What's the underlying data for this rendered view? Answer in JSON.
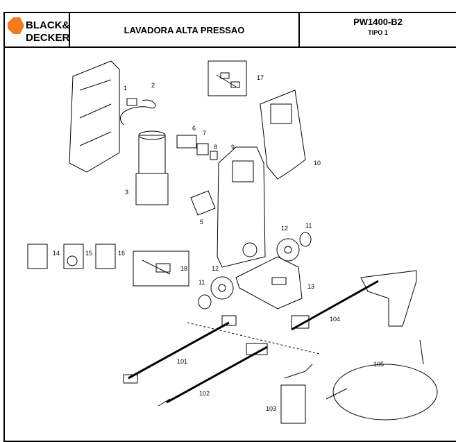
{
  "header": {
    "brand": "BLACK&DECKER",
    "title": "LAVADORA ALTA PRESSAO",
    "model": "PW1400-B2",
    "type": "TIPO 1"
  },
  "parts": [
    {
      "id": "p1",
      "label": "1"
    },
    {
      "id": "p2",
      "label": "2"
    },
    {
      "id": "p3",
      "label": "3"
    },
    {
      "id": "p5",
      "label": "5"
    },
    {
      "id": "p6",
      "label": "6"
    },
    {
      "id": "p7",
      "label": "7"
    },
    {
      "id": "p8",
      "label": "8"
    },
    {
      "id": "p9",
      "label": "9"
    },
    {
      "id": "p10",
      "label": "10"
    },
    {
      "id": "p11a",
      "label": "11"
    },
    {
      "id": "p12a",
      "label": "12"
    },
    {
      "id": "p11b",
      "label": "11"
    },
    {
      "id": "p12b",
      "label": "12"
    },
    {
      "id": "p13",
      "label": "13"
    },
    {
      "id": "p14",
      "label": "14"
    },
    {
      "id": "p15",
      "label": "15"
    },
    {
      "id": "p16",
      "label": "16"
    },
    {
      "id": "p17",
      "label": "17"
    },
    {
      "id": "p18",
      "label": "18"
    },
    {
      "id": "p101",
      "label": "101"
    },
    {
      "id": "p102",
      "label": "102"
    },
    {
      "id": "p103",
      "label": "103"
    },
    {
      "id": "p104",
      "label": "104"
    },
    {
      "id": "p105",
      "label": "105"
    }
  ]
}
